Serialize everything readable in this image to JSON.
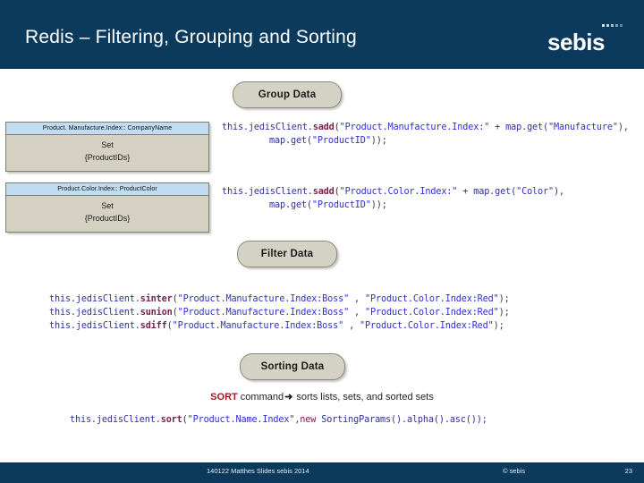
{
  "slide": {
    "title": "Redis – Filtering, Grouping and Sorting",
    "header_bg": "#0b3a5d",
    "logo": {
      "word": "sebis",
      "dot_count": 5
    }
  },
  "sections": {
    "group": {
      "pill_label": "Group Data",
      "entities": [
        {
          "header": "Product. Manufacture.Index:: CompanyName",
          "line1": "Set",
          "line2": "{ProductIDs}"
        },
        {
          "header": "Product.Color.Index:: ProductColor",
          "line1": "Set",
          "line2": "{ProductIDs}"
        }
      ],
      "code_blocks": [
        {
          "line1_obj": "this.jedisClient.",
          "line1_fn": "sadd",
          "line1_open": "(",
          "line1_str1": "\"Product.Manufacture.Index:\"",
          "line1_plus": " + ",
          "line1_obj2": "map.get(",
          "line1_str2": "\"Manufacture\"",
          "line1_tail": "),",
          "line2_obj": "map.get(",
          "line2_str": "\"ProductID\"",
          "line2_tail": "));"
        },
        {
          "line1_obj": "this.jedisClient.",
          "line1_fn": "sadd",
          "line1_open": "(",
          "line1_str1": "\"Product.Color.Index:\"",
          "line1_plus": " + ",
          "line1_obj2": "map.get(",
          "line1_str2": "\"Color\"",
          "line1_tail": "),",
          "line2_obj": "map.get(",
          "line2_str": "\"ProductID\"",
          "line2_tail": "));"
        }
      ]
    },
    "filter": {
      "pill_label": "Filter Data",
      "code_lines": [
        {
          "obj": "this.jedisClient.",
          "fn": "sinter",
          "open": "(",
          "str1": "\"Product.Manufacture.Index:Boss\"",
          "sep": " , ",
          "str2": "\"Product.Color.Index:Red\"",
          "tail": ");"
        },
        {
          "obj": "this.jedisClient.",
          "fn": "sunion",
          "open": "(",
          "str1": "\"Product.Manufacture.Index:Boss\"",
          "sep": " , ",
          "str2": "\"Product.Color.Index:Red\"",
          "tail": ");"
        },
        {
          "obj": "this.jedisClient.",
          "fn": "sdiff",
          "open": "(",
          "str1": "\"Product.Manufacture.Index:Boss\"",
          "sep": " , ",
          "str2": "\"Product.Color.Index:Red\"",
          "tail": ");"
        }
      ]
    },
    "sorting": {
      "pill_label": "Sorting Data",
      "caption_keyword": "SORT",
      "caption_rest": " command",
      "caption_arrow": "➜",
      "caption_tail": " sorts lists, sets, and sorted sets",
      "code": {
        "obj": "this.jedisClient.",
        "fn": "sort",
        "open": "(",
        "str1": "\"Product.Name.Index\"",
        "comma": ",",
        "kw": "new",
        "tail": " SortingParams().alpha().asc());"
      }
    }
  },
  "footer": {
    "left": "140122  Matthes Slides sebis 2014",
    "center": "© sebis",
    "page": "23"
  }
}
